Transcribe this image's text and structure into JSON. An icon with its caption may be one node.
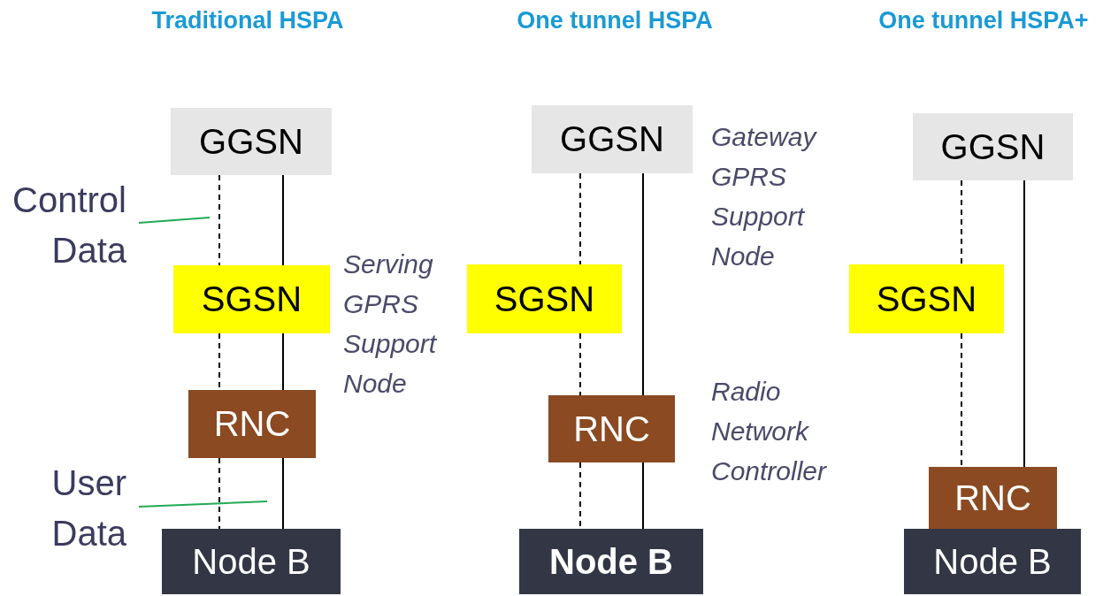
{
  "diagram": {
    "nodes": [
      {
        "text": [
          "GGSN"
        ]
      },
      {
        "text": [
          "SGSN"
        ],
        "beside": [
          "Serving GPRS Support Node"
        ]
      },
      {
        "text": [
          "RNC"
        ]
      },
      {
        "text": [
          "Node B"
        ]
      },
      {
        "text": [
          "Control Data"
        ]
      },
      {
        "text": [
          "User Data"
        ]
      },
      {
        "text": [
          "GGSN"
        ],
        "beside": [
          "Gateway GPRS Support Node"
        ]
      },
      {
        "text": [
          "SGSN"
        ]
      },
      {
        "text": [
          "RNC"
        ],
        "beside": [
          "Radio Network Controller"
        ]
      },
      {
        "text": [
          "Node B"
        ]
      },
      {
        "text": [
          "GGSN"
        ]
      },
      {
        "text": [
          "SGSN"
        ]
      },
      {
        "text": [
          "RNC"
        ]
      },
      {
        "text": [
          "Node B"
        ]
      }
    ],
    "edges": [
      {
        "from": 0,
        "to": 1,
        "arrow": "none",
        "style": "dashed"
      },
      {
        "from": 0,
        "to": 1,
        "arrow": "none"
      },
      {
        "from": 1,
        "to": 2,
        "arrow": "none",
        "style": "dashed"
      },
      {
        "from": 1,
        "to": 2,
        "arrow": "none"
      },
      {
        "from": 2,
        "to": 3,
        "arrow": "none",
        "style": "dashed"
      },
      {
        "from": 2,
        "to": 3,
        "arrow": "none"
      },
      {
        "from": 4,
        "to": null,
        "arrow": "none",
        "color": "#22aa55"
      },
      {
        "from": 5,
        "to": null,
        "arrow": "none",
        "color": "#22aa55"
      },
      {
        "from": 6,
        "to": 7,
        "arrow": "none",
        "style": "dashed"
      },
      {
        "from": 7,
        "to": 8,
        "arrow": "none",
        "style": "dashed"
      },
      {
        "from": 8,
        "to": 9,
        "arrow": "none",
        "style": "dashed"
      },
      {
        "from": 6,
        "to": 8,
        "arrow": "none"
      },
      {
        "from": 8,
        "to": 9,
        "arrow": "none"
      },
      {
        "from": 10,
        "to": 11,
        "arrow": "none",
        "style": "dashed"
      },
      {
        "from": 11,
        "to": 12,
        "arrow": "none",
        "style": "dashed"
      },
      {
        "from": 10,
        "to": 12,
        "arrow": "none"
      }
    ],
    "labels": [
      "Traditional HSPA",
      "One tunnel HSPA",
      "One tunnel HSPA+"
    ]
  }
}
